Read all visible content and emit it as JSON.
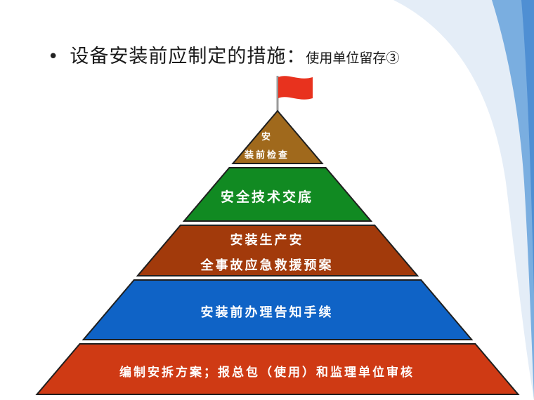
{
  "title": {
    "bullet": "•",
    "main": "设备安装前应制定的措施：",
    "sub": "使用单位留存③"
  },
  "pyramid": {
    "tiers": [
      {
        "lines": [
          "安",
          "装前检查"
        ],
        "color": "#a0691c"
      },
      {
        "lines": [
          "安全技术交底"
        ],
        "color": "#118a22"
      },
      {
        "lines": [
          "安装生产安",
          "全事故应急救援预案"
        ],
        "color": "#a23a0b"
      },
      {
        "lines": [
          "安装前办理告知手续"
        ],
        "color": "#0f63c6"
      },
      {
        "lines": [
          "编制安拆方案；报总包（使用）和监理单位审核"
        ],
        "color": "#cf3a14"
      }
    ]
  },
  "flag": {
    "color": "#e8321e",
    "pole_color": "#9a9a9a"
  },
  "theme": {
    "wave_light": "#dfe9f5",
    "wave_dark": "#6fa6dd",
    "wave_mid": "#a9c9ec"
  }
}
